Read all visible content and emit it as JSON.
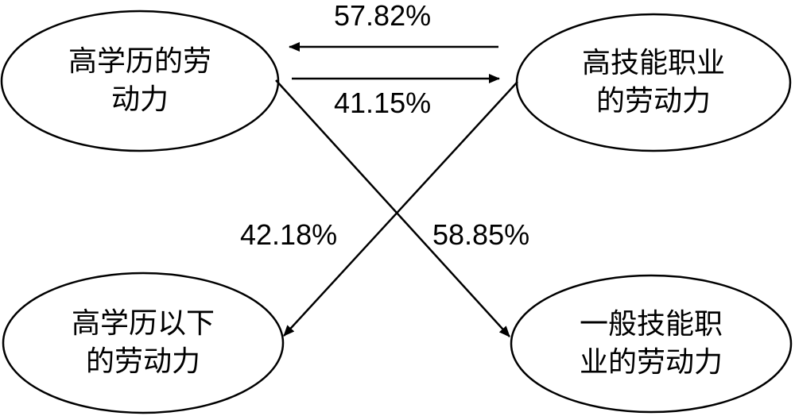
{
  "nodes": {
    "top_left": [
      "高学历的劳",
      "动力"
    ],
    "top_right": [
      "高技能职业",
      "的劳动力"
    ],
    "bottom_left": [
      "高学历以下",
      "的劳动力"
    ],
    "bottom_right": [
      "一般技能职",
      "业的劳动力"
    ]
  },
  "flows": {
    "tr_to_tl": "57.82%",
    "tl_to_tr": "41.15%",
    "tr_to_bl": "42.18%",
    "tl_to_br": "58.85%"
  },
  "colors": {
    "stroke": "#000000",
    "background": "#ffffff"
  }
}
